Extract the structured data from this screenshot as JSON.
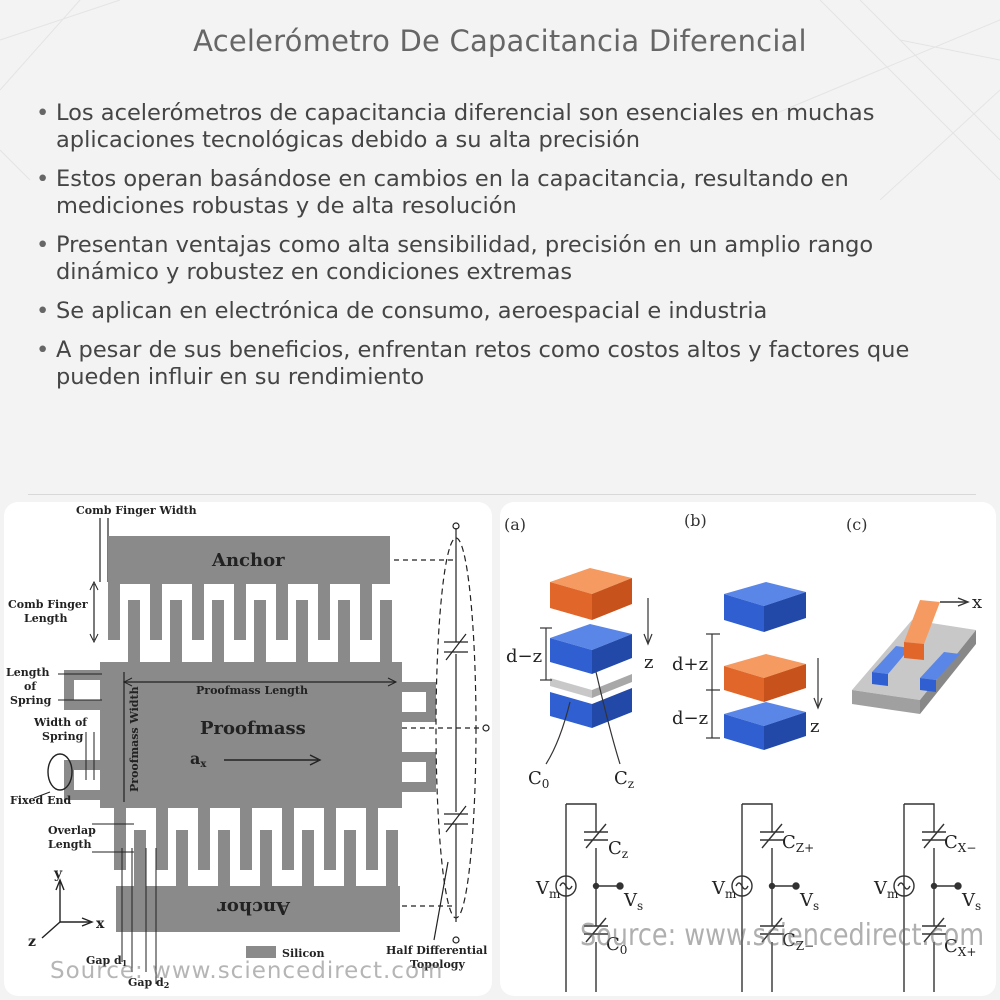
{
  "title": "Acelerómetro De Capacitancia Diferencial",
  "bullets": [
    "Los acelerómetros de capacitancia diferencial son esenciales en muchas aplicaciones tecnológicas debido a su alta precisión",
    "Estos operan basándose en cambios en la capacitancia, resultando en mediciones robustas y de alta resolución",
    "Presentan ventajas como alta sensibilidad, precisión en un amplio rango dinámico y robustez en condiciones extremas",
    "Se aplican en electrónica de consumo, aeroespacial e industria",
    "A pesar de sus beneficios, enfrentan retos como costos altos y factores que pueden influir en su rendimiento"
  ],
  "left_diagram": {
    "labels": {
      "comb_finger_width": "Comb Finger Width",
      "anchor_top": "Anchor",
      "comb_finger_length_1": "Comb Finger",
      "comb_finger_length_2": "Length",
      "length_of_spring_1": "Length",
      "length_of_spring_2": "of",
      "length_of_spring_3": "Spring",
      "width_of_spring_1": "Width of",
      "width_of_spring_2": "Spring",
      "proofmass_length": "Proofmass Length",
      "proofmass_width": "Proofmass Width",
      "proofmass": "Proofmass",
      "ax": "a",
      "ax_sub": "x",
      "fixed_end": "Fixed End",
      "overlap_length_1": "Overlap",
      "overlap_length_2": "Length",
      "anchor_bottom": "Anchor",
      "axis_y": "y",
      "axis_x": "x",
      "axis_z": "z",
      "gap_d1": "Gap d",
      "gap_d1_sub": "1",
      "gap_d2": "Gap d",
      "gap_d2_sub": "2",
      "silicon": "Silicon",
      "half_differential_1": "Half Differential",
      "half_differential_2": "Topology"
    },
    "watermark": "Source: www.sciencedirect.com"
  },
  "right_diagram": {
    "labels": {
      "panel_a": "(a)",
      "panel_b": "(b)",
      "panel_c": "(c)",
      "d_minus_z": "d−z",
      "z_a": "z",
      "c0": "C",
      "c0_sub": "0",
      "cz": "C",
      "cz_sub": "z",
      "d_plus_z": "d+z",
      "d_minus_z_b": "d−z",
      "z_b": "z",
      "x_c": "x",
      "circ_a_c1": "C",
      "circ_a_c1_sub": "z",
      "circ_a_vm": "V",
      "circ_a_vm_sub": "m",
      "circ_a_vs": "V",
      "circ_a_vs_sub": "s",
      "circ_a_c2": "C",
      "circ_a_c2_sub": "0",
      "circ_b_c1": "C",
      "circ_b_c1_sub": "Z+",
      "circ_b_vm": "V",
      "circ_b_vm_sub": "m",
      "circ_b_vs": "V",
      "circ_b_vs_sub": "s",
      "circ_b_c2": "C",
      "circ_b_c2_sub": "Z−",
      "circ_c_c1": "C",
      "circ_c_c1_sub": "X−",
      "circ_c_vm": "V",
      "circ_c_vm_sub": "m",
      "circ_c_vs": "V",
      "circ_c_vs_sub": "s",
      "circ_c_c2": "C",
      "circ_c_c2_sub": "X+"
    },
    "watermark": "Source: www.sciencedirect.com"
  },
  "colors": {
    "silicon": "#8a8a8a",
    "plate_orange": "#f07a3a",
    "plate_blue": "#2f5fd0",
    "plate_gray": "#b8b8b8"
  }
}
